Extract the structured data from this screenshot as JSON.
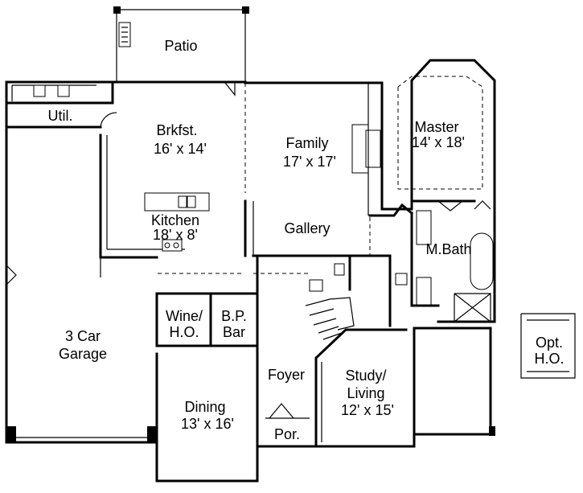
{
  "rooms": {
    "patio": {
      "label": "Patio"
    },
    "util": {
      "label": "Util."
    },
    "brkfst": {
      "label": "Brkfst.",
      "dims": "16' x 14'"
    },
    "family": {
      "label": "Family",
      "dims": "17' x 17'"
    },
    "master": {
      "label": "Master",
      "dims": "14' x 18'"
    },
    "kitchen": {
      "label": "Kitchen",
      "dims": "18' x 8'"
    },
    "gallery": {
      "label": "Gallery"
    },
    "mbath": {
      "label": "M.Bath"
    },
    "garage": {
      "label1": "3 Car",
      "label2": "Garage"
    },
    "wine": {
      "label1": "Wine/",
      "label2": "H.O."
    },
    "bpbar": {
      "label1": "B.P.",
      "label2": "Bar"
    },
    "opt_ho": {
      "label1": "Opt.",
      "label2": "H.O."
    },
    "foyer": {
      "label": "Foyer"
    },
    "study": {
      "label1": "Study/",
      "label2": "Living",
      "dims": "12' x 15'"
    },
    "dining": {
      "label": "Dining",
      "dims": "13' x 16'"
    },
    "porch": {
      "label": "Por."
    }
  }
}
